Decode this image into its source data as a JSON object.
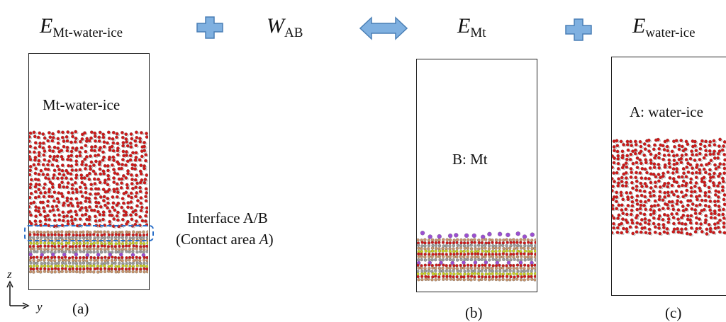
{
  "equation": {
    "term1": {
      "symbol": "E",
      "subscript": "Mt-water-ice"
    },
    "term2": {
      "symbol": "W",
      "subscript": "AB"
    },
    "term3": {
      "symbol": "E",
      "subscript": "Mt"
    },
    "term4": {
      "symbol": "E",
      "subscript": "water-ice"
    },
    "plus_color": "#7fb0e0",
    "arrow_color": "#7fb0e0"
  },
  "panels": {
    "a": {
      "label": "Mt-water-ice",
      "caption": "(a)"
    },
    "b": {
      "label": "B: Mt",
      "caption": "(b)"
    },
    "c": {
      "label": "A: water-ice",
      "caption": "(c)"
    }
  },
  "interface": {
    "line1": "Interface A/B",
    "line2_prefix": "(Contact area ",
    "line2_var": "A",
    "line2_suffix": ")"
  },
  "axes": {
    "z": "z",
    "y": "y"
  },
  "colors": {
    "oxygen": "#d01818",
    "hydrogen": "#e8e8e8",
    "cation": "#9b4fd1",
    "clay_tan": "#c9946a",
    "clay_gray": "#9a9a9a",
    "clay_yellow": "#c8d020",
    "interface_box": "#2a6fc9"
  }
}
